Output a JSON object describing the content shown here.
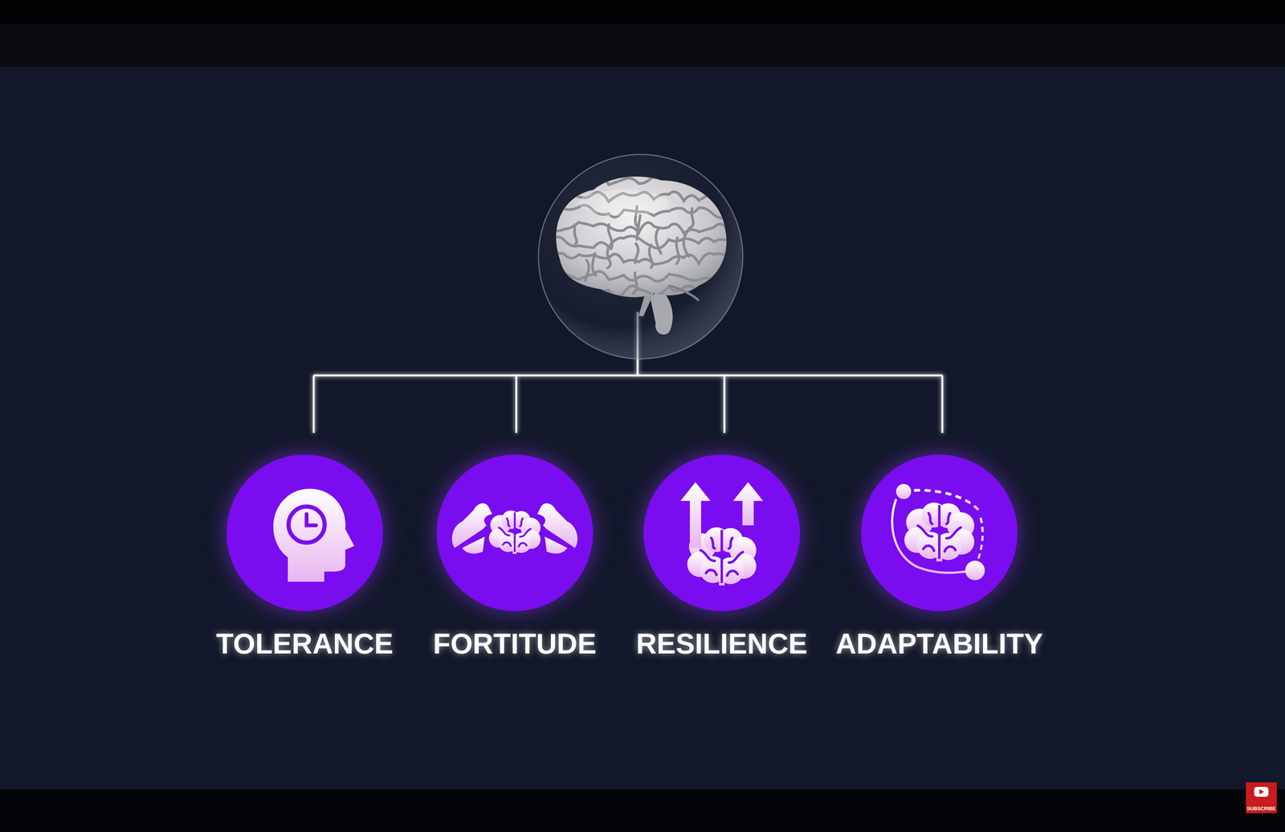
{
  "diagram": {
    "nodes": [
      {
        "text": [
          "TOLERANCE"
        ]
      },
      {
        "text": [
          "FORTITUDE"
        ]
      },
      {
        "text": [
          "RESILIENCE"
        ]
      },
      {
        "text": [
          "ADAPTABILITY"
        ]
      }
    ],
    "labels": [
      "SUBSCRIBE"
    ]
  }
}
